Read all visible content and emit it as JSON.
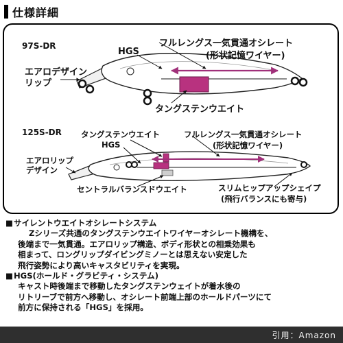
{
  "header": {
    "title": "仕様詳細"
  },
  "diagram": {
    "model_97": "97S-DR",
    "model_125": "125S-DR",
    "labels_97": {
      "hgs": "HGS",
      "full_length_line1": "フルレングス一気貫通オシレート",
      "full_length_line2": "(形状記憶ワイヤー)",
      "aero_design_line1": "エアロデザイン",
      "aero_design_line2": "リップ",
      "tungsten_weight": "タングステンウエイト"
    },
    "labels_125": {
      "tungsten_weight": "タングステンウエイト",
      "hgs": "HGS",
      "full_length_line1": "フルレングス一気貫通オシレート",
      "full_length_line2": "(形状記憶ワイヤー)",
      "aero_lip_line1": "エアロリップ",
      "aero_lip_line2": "デザイン",
      "central_balance": "セントラルバランスドウエイト",
      "slim_hip_line1": "スリムヒップアップシェイプ",
      "slim_hip_line2": "(飛行バランスにも寄与)"
    }
  },
  "description": {
    "heading1": "サイレントウエイトオシレートシステム",
    "para1": [
      "Zシリーズ共通のタングステンウエイトワイヤーオシレート機構を、",
      "後端まで一気貫通。エアロリップ構造、ボディ形状との相乗効果も",
      "相まって、ロングリップダイビングミノーとは思えない安定した",
      "飛行姿勢により高いキャスタビリティを実現。"
    ],
    "heading2": "HGS(ホールド・グラビティ・システム)",
    "para2": [
      "キャスト時後端まで移動したタングステンウェイトが着水後の",
      "リトリーブで前方へ移動し、オシレート前端上部のホールドパーツにて",
      "前方に保持される「HGS」を採用。"
    ]
  },
  "footer": {
    "credit": "引用：Amazon"
  },
  "colors": {
    "weight": "#b8327f",
    "arrow": "#a0307a",
    "footer": "#2f2f2f"
  }
}
